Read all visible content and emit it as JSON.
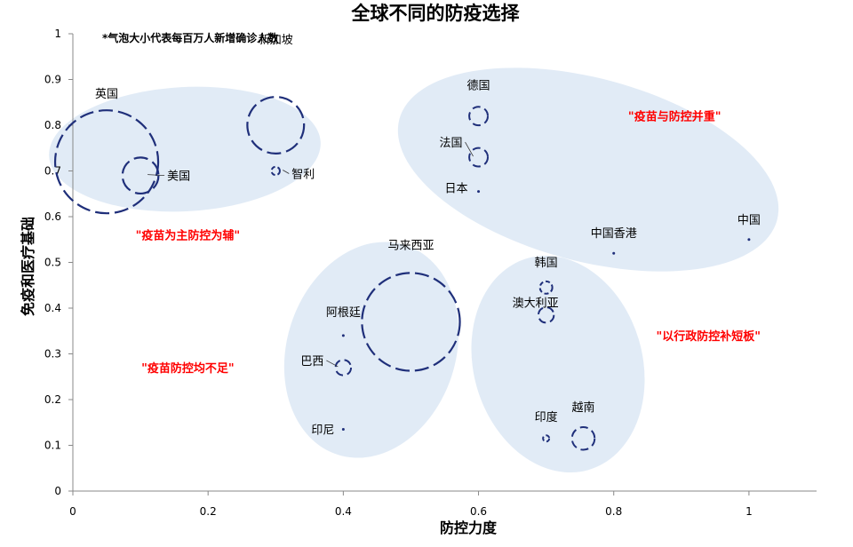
{
  "chart_data": {
    "type": "bubble",
    "title": "全球不同的防疫选择",
    "xlabel": "防控力度",
    "ylabel": "免疫和医疗基础",
    "note": "*气泡大小代表每百万人新增确诊人数",
    "xlim": [
      0,
      1.1
    ],
    "ylim": [
      0,
      1
    ],
    "xticks": [
      0,
      0.2,
      0.4,
      0.6,
      0.8,
      1
    ],
    "xtick_labels": [
      "0",
      "0.2",
      "0.4",
      "0.6",
      "0.8",
      "1"
    ],
    "yticks": [
      0,
      0.1,
      0.2,
      0.3,
      0.4,
      0.5,
      0.6,
      0.7,
      0.8,
      0.9,
      1
    ],
    "ytick_labels": [
      "0",
      "0.1",
      "0.2",
      "0.3",
      "0.4",
      "0.5",
      "0.6",
      "0.7",
      "0.8",
      "0.9",
      "1"
    ],
    "bubble_color": "#1f2f7a",
    "annotation_color": "#ff0000",
    "group_fill": "#dce8f4",
    "points": [
      {
        "label": "英国",
        "x": 0.05,
        "y": 0.72,
        "size": 1.0
      },
      {
        "label": "美国",
        "x": 0.1,
        "y": 0.69,
        "size": 0.35
      },
      {
        "label": "新加坡",
        "x": 0.3,
        "y": 0.8,
        "size": 0.55
      },
      {
        "label": "智利",
        "x": 0.3,
        "y": 0.7,
        "size": 0.08
      },
      {
        "label": "德国",
        "x": 0.6,
        "y": 0.82,
        "size": 0.18
      },
      {
        "label": "法国",
        "x": 0.6,
        "y": 0.73,
        "size": 0.18
      },
      {
        "label": "日本",
        "x": 0.6,
        "y": 0.655,
        "size": 0.04
      },
      {
        "label": "中国香港",
        "x": 0.8,
        "y": 0.52,
        "size": 0.02
      },
      {
        "label": "中国",
        "x": 1.0,
        "y": 0.55,
        "size": 0.02
      },
      {
        "label": "马来西亚",
        "x": 0.5,
        "y": 0.37,
        "size": 0.95
      },
      {
        "label": "阿根廷",
        "x": 0.4,
        "y": 0.34,
        "size": 0.04
      },
      {
        "label": "巴西",
        "x": 0.4,
        "y": 0.27,
        "size": 0.15
      },
      {
        "label": "印尼",
        "x": 0.4,
        "y": 0.135,
        "size": 0.02
      },
      {
        "label": "韩国",
        "x": 0.7,
        "y": 0.445,
        "size": 0.12
      },
      {
        "label": "澳大利亚",
        "x": 0.7,
        "y": 0.385,
        "size": 0.15
      },
      {
        "label": "印度",
        "x": 0.7,
        "y": 0.115,
        "size": 0.06
      },
      {
        "label": "越南",
        "x": 0.755,
        "y": 0.115,
        "size": 0.22
      }
    ],
    "annotations": [
      {
        "text": "\"疫苗与防控并重\"",
        "x": 0.89,
        "y": 0.82
      },
      {
        "text": "\"疫苗为主防控为辅\"",
        "x": 0.17,
        "y": 0.56
      },
      {
        "text": "\"以行政防控补短板\"",
        "x": 0.94,
        "y": 0.34
      },
      {
        "text": "\"疫苗防控均不足\"",
        "x": 0.17,
        "y": 0.27
      }
    ]
  }
}
